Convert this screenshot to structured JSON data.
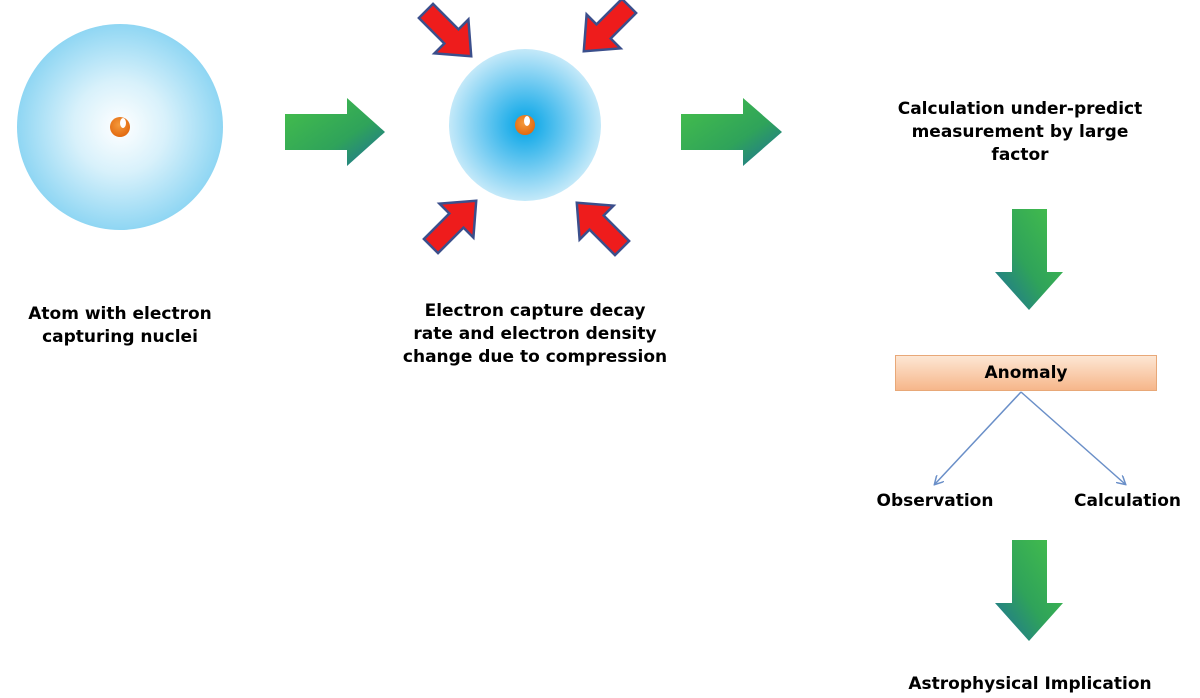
{
  "atom_label": {
    "line1": "Atom with electron",
    "line2": "capturing nuclei"
  },
  "compression_label": {
    "line1": "Electron capture decay",
    "line2": "rate and electron density",
    "line3": "change due to compression"
  },
  "calculation_label": {
    "line1": "Calculation under-predict",
    "line2": "measurement by large",
    "line3": "factor"
  },
  "anomaly": {
    "label": "Anomaly"
  },
  "branches": {
    "observation": "Observation",
    "calculation": "Calculation"
  },
  "implication_label": "Astrophysical Implication",
  "colors": {
    "atom_cloud": "#8fd6f3",
    "compressed_core": "#00a3e6",
    "nucleus": "#f07820",
    "flow_arrow_green": "#3cb44a",
    "flow_arrow_teal": "#1e7fa0",
    "compression_arrow": "#ee1c1c",
    "compression_arrow_outline": "#3b4f8c",
    "anomaly_box_top": "#fde3cf",
    "anomaly_box_bottom": "#f7b98a",
    "branch_line": "#6a8fc8"
  }
}
